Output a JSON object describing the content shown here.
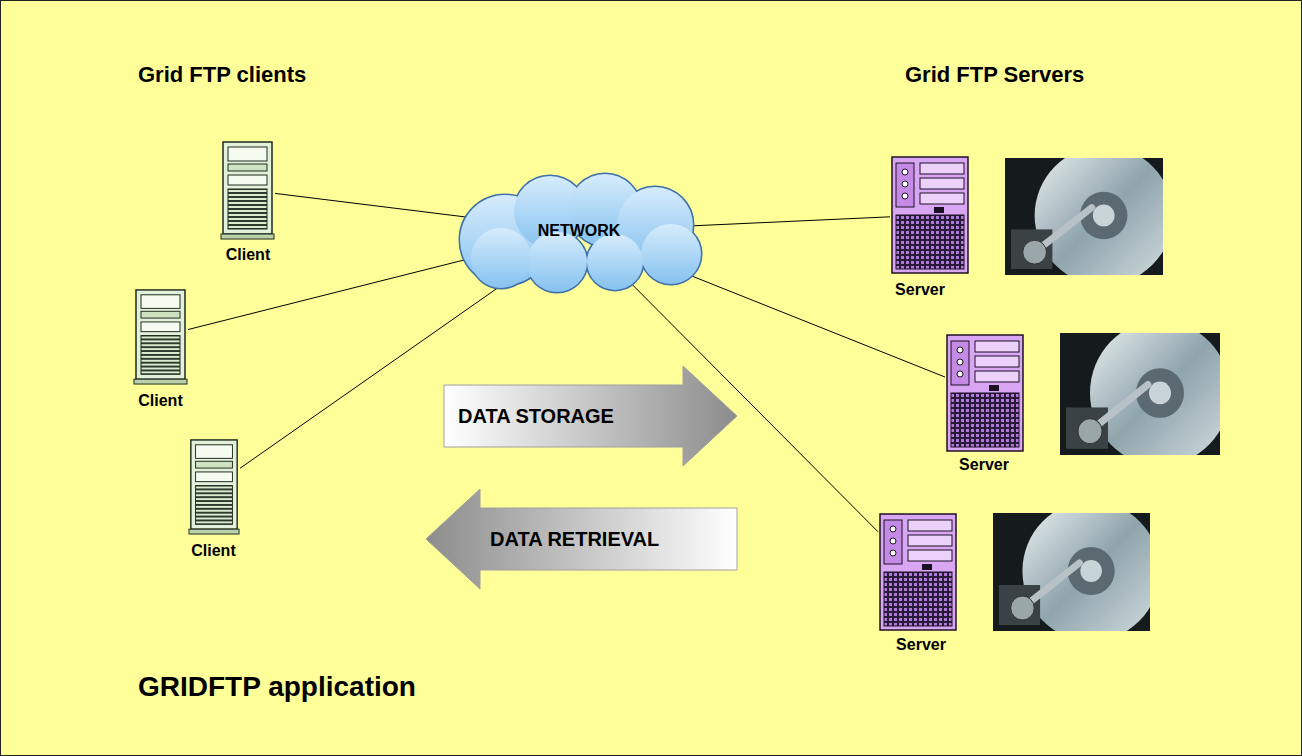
{
  "diagram": {
    "title": "GRIDFTP application",
    "nodes": [
      {
        "text": [
          "Client"
        ]
      },
      {
        "text": [
          "Client"
        ]
      },
      {
        "text": [
          "Client"
        ]
      },
      {
        "text": [
          "NETWORK"
        ]
      },
      {
        "text": [
          "Server"
        ]
      },
      {
        "text": [
          "Server"
        ]
      },
      {
        "text": [
          "Server"
        ]
      },
      {
        "text": [
          "DATA STORAGE"
        ]
      },
      {
        "text": [
          "DATA RETRIEVAL"
        ]
      }
    ],
    "edges": [
      {
        "from": 0,
        "to": 3,
        "arrow": "none"
      },
      {
        "from": 1,
        "to": 3,
        "arrow": "none"
      },
      {
        "from": 2,
        "to": 3,
        "arrow": "none"
      },
      {
        "from": 3,
        "to": 4,
        "arrow": "none"
      },
      {
        "from": 3,
        "to": 5,
        "arrow": "none"
      },
      {
        "from": 3,
        "to": 6,
        "arrow": "none"
      }
    ],
    "labels": [
      "Grid FTP clients",
      "Grid FTP Servers"
    ]
  }
}
